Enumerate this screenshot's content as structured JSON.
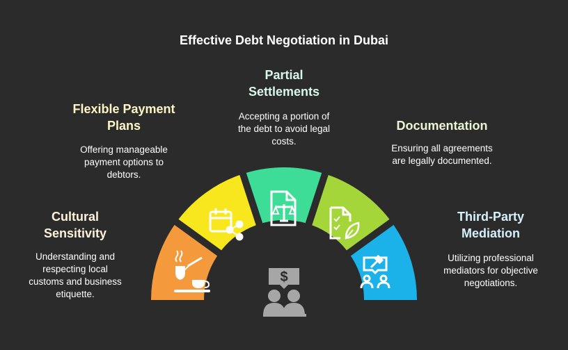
{
  "title": "Effective Debt Negotiation in Dubai",
  "center": {
    "icon": "negotiation-people-dollar-icon",
    "color": "#a6a6a6"
  },
  "segments": [
    {
      "id": "cultural",
      "heading": "Cultural Sensitivity",
      "heading_lines": [
        "Cultural",
        "Sensitivity"
      ],
      "desc_lines": [
        "Understanding and",
        "respecting local",
        "customs and business",
        "etiquette."
      ],
      "color": "#f59a3c",
      "heading_color": "#fdf2da",
      "icon": "coffee-icon"
    },
    {
      "id": "flexible",
      "heading": "Flexible Payment Plans",
      "heading_lines": [
        "Flexible Payment",
        "Plans"
      ],
      "desc_lines": [
        "Offering manageable",
        "payment options to",
        "debtors."
      ],
      "color": "#f8e71c",
      "heading_color": "#fdf5c4",
      "icon": "calendar-share-icon"
    },
    {
      "id": "partial",
      "heading": "Partial Settlements",
      "heading_lines": [
        "Partial",
        "Settlements"
      ],
      "desc_lines": [
        "Accepting a portion of",
        "the debt to avoid legal",
        "costs."
      ],
      "color": "#3ddc97",
      "heading_color": "#d8f7e8",
      "icon": "document-scale-icon"
    },
    {
      "id": "documentation",
      "heading": "Documentation",
      "heading_lines": [
        "Documentation"
      ],
      "desc_lines": [
        "Ensuring all agreements",
        "are legally documented."
      ],
      "color": "#a4d63a",
      "heading_color": "#eaf6d3",
      "icon": "checklist-leaf-icon"
    },
    {
      "id": "mediation",
      "heading": "Third-Party Mediation",
      "heading_lines": [
        "Third-Party",
        "Mediation"
      ],
      "desc_lines": [
        "Utilizing professional",
        "mediators for objective",
        "negotiations."
      ],
      "color": "#1ab2e8",
      "heading_color": "#d5f0fb",
      "icon": "mediator-gavel-icon"
    }
  ]
}
